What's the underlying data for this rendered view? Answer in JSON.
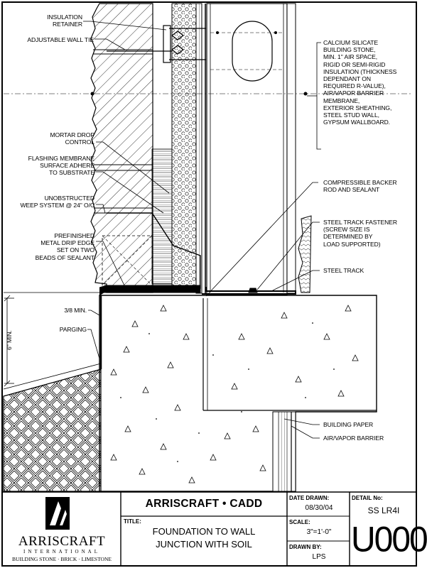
{
  "callouts_left": [
    {
      "id": "insulation-retainer",
      "text": "INSULATION\nRETAINER"
    },
    {
      "id": "adjustable-wall-tie",
      "text": "ADJUSTABLE WALL TIE"
    },
    {
      "id": "mortar-drop-control",
      "text": "MORTAR DROP\nCONTROL"
    },
    {
      "id": "flashing-membrane",
      "text": "FLASHING MEMBRANE\nSURFACE ADHERE\nTO SUBSTRATE"
    },
    {
      "id": "weep-system",
      "text": "UNOBSTRUCTED\nWEEP SYSTEM @ 24\" O/C"
    },
    {
      "id": "drip-edge",
      "text": "PREFINISHED\nMETAL DRIP EDGE\nSET ON TWO\nBEADS OF SEALANT"
    },
    {
      "id": "min-gap",
      "text": "3/8 MIN."
    },
    {
      "id": "parging",
      "text": "PARGING"
    }
  ],
  "callouts_right": [
    {
      "id": "wall-assembly",
      "text": "CALCIUM SILICATE\nBUILDING STONE,\nMIN. 1\" AIR SPACE,\nRIGID OR SEMI-RIGID\nINSULATION (THICKNESS\nDEPENDANT ON\nREQUIRED R-VALUE),\nAIR/VAPOR BARRIER\nMEMBRANE,\nEXTERIOR SHEATHING,\nSTEEL STUD WALL,\nGYPSUM WALLBOARD."
    },
    {
      "id": "backer-rod",
      "text": "COMPRESSIBLE BACKER\nROD AND SEALANT"
    },
    {
      "id": "track-fastener",
      "text": "STEEL TRACK FASTENER\n(SCREW SIZE IS\nDETERMINED BY\nLOAD SUPPORTED)"
    },
    {
      "id": "steel-track",
      "text": "STEEL TRACK"
    },
    {
      "id": "building-paper",
      "text": "BUILDING PAPER"
    },
    {
      "id": "air-vapor-barrier",
      "text": "AIR/VAPOR BARRIER"
    }
  ],
  "dimension": {
    "text": "6\" MIN."
  },
  "title_block": {
    "company": "ARRISCRAFT • CADD",
    "logo_name": "ARRISCRAFT",
    "logo_sub": "INTERNATIONAL",
    "logo_tagline": "BUILDING STONE · BRICK · LIMESTONE",
    "title_label": "TITLE:",
    "title_line1": "FOUNDATION TO WALL",
    "title_line2": "JUNCTION WITH SOIL",
    "date_label": "DATE DRAWN:",
    "date_value": "08/30/04",
    "scale_label": "SCALE:",
    "scale_value": "3\"=1'-0\"",
    "drawn_label": "DRAWN BY:",
    "drawn_value": "LPS",
    "detail_label": "DETAIL No:",
    "detail_code": "SS LR4I",
    "detail_number": "U000"
  }
}
